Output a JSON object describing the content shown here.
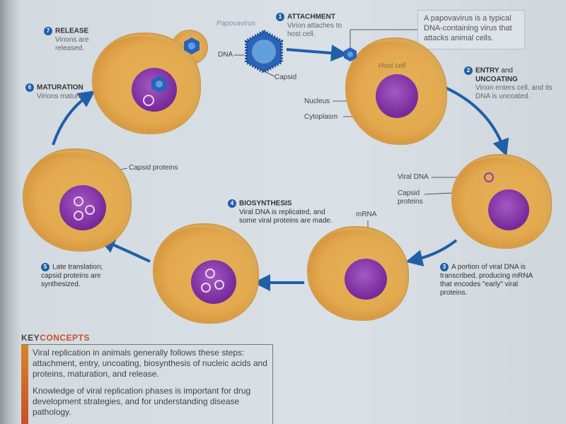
{
  "virus": {
    "name": "Papovavirus",
    "dna_label": "DNA",
    "capsid_label": "Capsid"
  },
  "callout": "A papovavirus is a typical DNA-containing virus that attacks animal cells.",
  "host_labels": {
    "host_cell": "Host cell",
    "nucleus": "Nucleus",
    "cytoplasm": "Cytoplasm"
  },
  "cell2_labels": {
    "viral_dna": "Viral DNA",
    "capsid_proteins": "Capsid proteins"
  },
  "cell3_labels": {
    "mrna": "mRNA"
  },
  "cell5_labels": {
    "capsid_proteins": "Capsid proteins"
  },
  "steps": [
    {
      "num": "1",
      "title": "ATTACHMENT",
      "desc": "Virion attaches to host cell."
    },
    {
      "num": "2",
      "title": "ENTRY",
      "title_extra": "and",
      "title2": "UNCOATING",
      "desc": "Virion enters cell, and its DNA is uncoated."
    },
    {
      "num": "3",
      "title": "",
      "desc": "A portion of viral DNA is transcribed, producing mRNA that encodes \"early\" viral proteins."
    },
    {
      "num": "4",
      "title": "BIOSYNTHESIS",
      "desc": "Viral DNA is replicated, and some viral proteins are made."
    },
    {
      "num": "5",
      "title": "",
      "desc": "Late translation; capsid proteins are synthesized."
    },
    {
      "num": "6",
      "title": "MATURATION",
      "desc": "Virions mature."
    },
    {
      "num": "7",
      "title": "RELEASE",
      "desc": "Virions are released."
    }
  ],
  "key_concepts": {
    "key": "KEY",
    "concepts": "CONCEPTS",
    "items": [
      "Viral replication in animals generally follows these steps: attachment, entry, uncoating, biosynthesis of nucleic acids and proteins, maturation, and release.",
      "Knowledge of viral replication phases is important for drug development strategies, and for understanding disease pathology."
    ]
  },
  "colors": {
    "arrow": "#1f5fa8",
    "nucleus": "#7d2fa0",
    "cytoplasm": "#e3a94e",
    "accent": "#c9502a"
  }
}
